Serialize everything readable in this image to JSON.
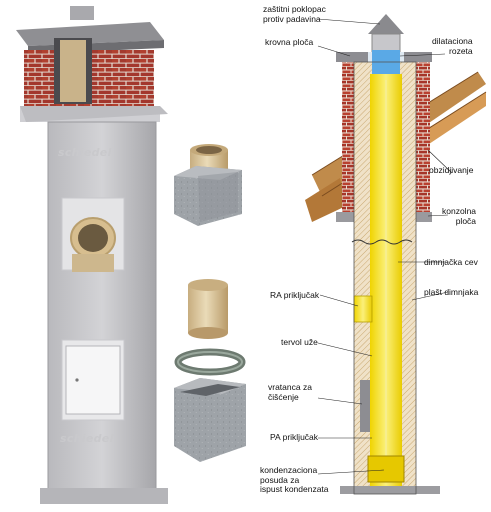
{
  "brand": "schiedel",
  "labels": {
    "rain_cap": "zaštitni poklopac\nprotiv padavina",
    "roof_plate": "krovna ploča",
    "expansion_rosette": "dilataciona\nrozeta",
    "masonry": "obzidjivanje",
    "console_plate": "konzolna\nploča",
    "chimney_pipe": "dimnjačka cev",
    "ra_connection": "RA priključak",
    "chimney_casing": "plašt dimnjaka",
    "rope_seal": "tervol uže",
    "cleaning_door": "vratanca za\nčišćenje",
    "pa_connection": "PA priključak",
    "condensate_pot": "kondenzaciona\nposuda za\nispust kondenzata"
  },
  "colors": {
    "brick": "#a8372c",
    "mortar": "#d9cfc7",
    "concrete_block": "#9ea3a8",
    "ceramic_liner": "#d8c39a",
    "section_liner": "#f2e21a",
    "insulation_blue": "#5aa9e6",
    "roof_tile": "#b8894a"
  }
}
